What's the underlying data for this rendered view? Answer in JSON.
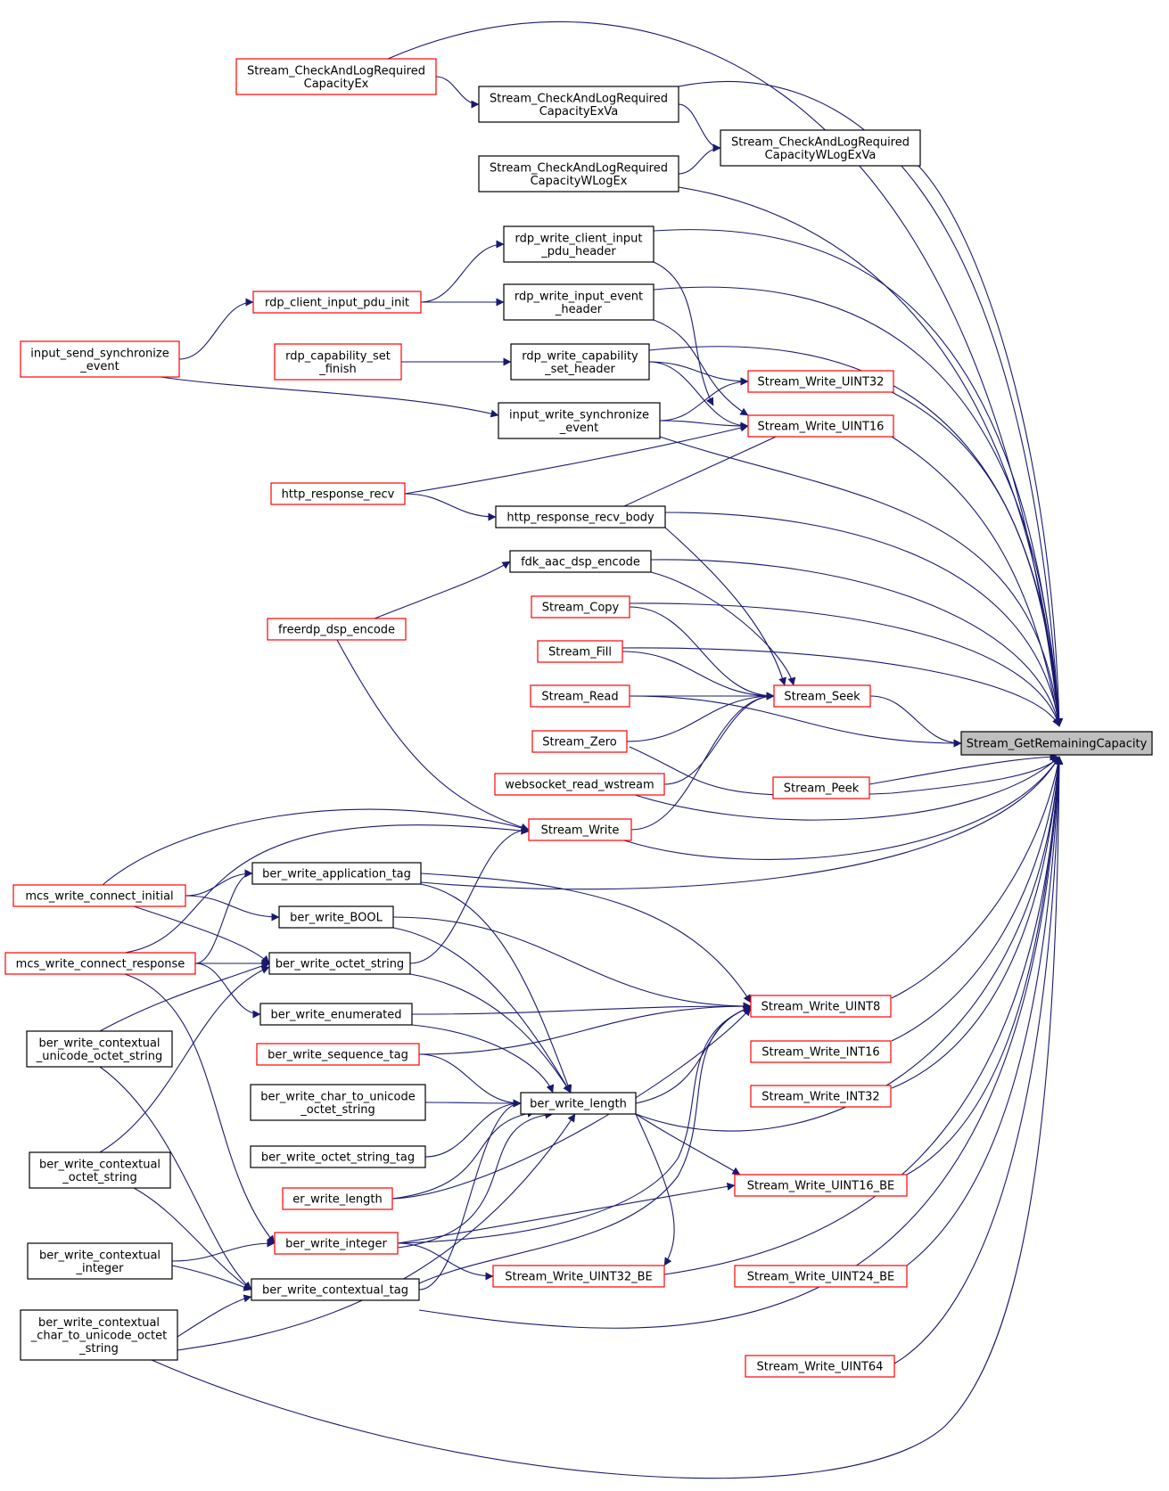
{
  "colors": {
    "edge": "#191970",
    "box_border_normal": "#000000",
    "box_border_linked": "#ff0000",
    "box_fill_normal": "#ffffff",
    "box_fill_highlight": "#bfbfbf"
  },
  "nodes": [
    {
      "id": "n1",
      "lines": [
        "Stream_GetRemainingCapacity"
      ],
      "border": "black",
      "fill": "grey"
    },
    {
      "id": "n2",
      "lines": [
        "Stream_CheckAndLogRequired",
        "CapacityEx"
      ],
      "border": "red"
    },
    {
      "id": "n3",
      "lines": [
        "Stream_CheckAndLogRequired",
        "CapacityExVa"
      ],
      "border": "black"
    },
    {
      "id": "n4",
      "lines": [
        "Stream_CheckAndLogRequired",
        "CapacityWLogExVa"
      ],
      "border": "black"
    },
    {
      "id": "n5",
      "lines": [
        "Stream_CheckAndLogRequired",
        "CapacityWLogEx"
      ],
      "border": "black"
    },
    {
      "id": "n6",
      "lines": [
        "rdp_write_client_input",
        "_pdu_header"
      ],
      "border": "black"
    },
    {
      "id": "n7",
      "lines": [
        "rdp_client_input_pdu_init"
      ],
      "border": "red"
    },
    {
      "id": "n8",
      "lines": [
        "input_send_synchronize",
        "_event"
      ],
      "border": "red"
    },
    {
      "id": "n9",
      "lines": [
        "rdp_write_input_event",
        "_header"
      ],
      "border": "black"
    },
    {
      "id": "n10",
      "lines": [
        "rdp_capability_set",
        "_finish"
      ],
      "border": "red"
    },
    {
      "id": "n11",
      "lines": [
        "rdp_write_capability",
        "_set_header"
      ],
      "border": "black"
    },
    {
      "id": "n12",
      "lines": [
        "Stream_Write_UINT32"
      ],
      "border": "red"
    },
    {
      "id": "n13",
      "lines": [
        "input_write_synchronize",
        "_event"
      ],
      "border": "black"
    },
    {
      "id": "n14",
      "lines": [
        "Stream_Write_UINT16"
      ],
      "border": "red"
    },
    {
      "id": "n15",
      "lines": [
        "http_response_recv"
      ],
      "border": "red"
    },
    {
      "id": "n16",
      "lines": [
        "http_response_recv_body"
      ],
      "border": "black"
    },
    {
      "id": "n17",
      "lines": [
        "fdk_aac_dsp_encode"
      ],
      "border": "black"
    },
    {
      "id": "n18",
      "lines": [
        "freerdp_dsp_encode"
      ],
      "border": "red"
    },
    {
      "id": "n19",
      "lines": [
        "Stream_Copy"
      ],
      "border": "red"
    },
    {
      "id": "n20",
      "lines": [
        "Stream_Fill"
      ],
      "border": "red"
    },
    {
      "id": "n21",
      "lines": [
        "Stream_Read"
      ],
      "border": "red"
    },
    {
      "id": "n22",
      "lines": [
        "Stream_Seek"
      ],
      "border": "red"
    },
    {
      "id": "n23",
      "lines": [
        "Stream_Zero"
      ],
      "border": "red"
    },
    {
      "id": "n24",
      "lines": [
        "Stream_Peek"
      ],
      "border": "red"
    },
    {
      "id": "n25",
      "lines": [
        "websocket_read_wstream"
      ],
      "border": "red"
    },
    {
      "id": "n26",
      "lines": [
        "Stream_Write"
      ],
      "border": "red"
    },
    {
      "id": "n27",
      "lines": [
        "ber_write_application_tag"
      ],
      "border": "black"
    },
    {
      "id": "n28",
      "lines": [
        "mcs_write_connect_initial"
      ],
      "border": "red"
    },
    {
      "id": "n29",
      "lines": [
        "ber_write_BOOL"
      ],
      "border": "black"
    },
    {
      "id": "n30",
      "lines": [
        "ber_write_octet_string"
      ],
      "border": "black"
    },
    {
      "id": "n31",
      "lines": [
        "mcs_write_connect_response"
      ],
      "border": "red"
    },
    {
      "id": "n32",
      "lines": [
        "ber_write_enumerated"
      ],
      "border": "black"
    },
    {
      "id": "n33",
      "lines": [
        "Stream_Write_UINT8"
      ],
      "border": "red"
    },
    {
      "id": "n34",
      "lines": [
        "ber_write_contextual",
        "_unicode_octet_string"
      ],
      "border": "black"
    },
    {
      "id": "n35",
      "lines": [
        "ber_write_sequence_tag"
      ],
      "border": "red"
    },
    {
      "id": "n36",
      "lines": [
        "Stream_Write_INT16"
      ],
      "border": "red"
    },
    {
      "id": "n37",
      "lines": [
        "ber_write_char_to_unicode",
        "_octet_string"
      ],
      "border": "black"
    },
    {
      "id": "n38",
      "lines": [
        "ber_write_length"
      ],
      "border": "black"
    },
    {
      "id": "n39",
      "lines": [
        "Stream_Write_INT32"
      ],
      "border": "red"
    },
    {
      "id": "n40",
      "lines": [
        "ber_write_octet_string_tag"
      ],
      "border": "black"
    },
    {
      "id": "n41",
      "lines": [
        "ber_write_contextual",
        "_octet_string"
      ],
      "border": "black"
    },
    {
      "id": "n42",
      "lines": [
        "er_write_length"
      ],
      "border": "red"
    },
    {
      "id": "n43",
      "lines": [
        "Stream_Write_UINT16_BE"
      ],
      "border": "red"
    },
    {
      "id": "n44",
      "lines": [
        "ber_write_integer"
      ],
      "border": "red"
    },
    {
      "id": "n45",
      "lines": [
        "ber_write_contextual",
        "_integer"
      ],
      "border": "black"
    },
    {
      "id": "n46",
      "lines": [
        "Stream_Write_UINT32_BE"
      ],
      "border": "red"
    },
    {
      "id": "n47",
      "lines": [
        "Stream_Write_UINT24_BE"
      ],
      "border": "red"
    },
    {
      "id": "n48",
      "lines": [
        "ber_write_contextual_tag"
      ],
      "border": "black"
    },
    {
      "id": "n49",
      "lines": [
        "ber_write_contextual",
        "_char_to_unicode_octet",
        "_string"
      ],
      "border": "black"
    },
    {
      "id": "n50",
      "lines": [
        "Stream_Write_UINT64"
      ],
      "border": "red"
    }
  ],
  "edges": [
    {
      "from": "n2",
      "to": "n1"
    },
    {
      "from": "n2",
      "to": "n3"
    },
    {
      "from": "n3",
      "to": "n1"
    },
    {
      "from": "n3",
      "to": "n4"
    },
    {
      "from": "n4",
      "to": "n1"
    },
    {
      "from": "n5",
      "to": "n1"
    },
    {
      "from": "n5",
      "to": "n4"
    },
    {
      "from": "n6",
      "to": "n1"
    },
    {
      "from": "n6",
      "to": "n14"
    },
    {
      "from": "n7",
      "to": "n6"
    },
    {
      "from": "n7",
      "to": "n9"
    },
    {
      "from": "n8",
      "to": "n7"
    },
    {
      "from": "n8",
      "to": "n13"
    },
    {
      "from": "n9",
      "to": "n1"
    },
    {
      "from": "n9",
      "to": "n14"
    },
    {
      "from": "n10",
      "to": "n11"
    },
    {
      "from": "n11",
      "to": "n1"
    },
    {
      "from": "n11",
      "to": "n12"
    },
    {
      "from": "n11",
      "to": "n14"
    },
    {
      "from": "n12",
      "to": "n1"
    },
    {
      "from": "n13",
      "to": "n1"
    },
    {
      "from": "n13",
      "to": "n12"
    },
    {
      "from": "n13",
      "to": "n14"
    },
    {
      "from": "n14",
      "to": "n1"
    },
    {
      "from": "n15",
      "to": "n14"
    },
    {
      "from": "n15",
      "to": "n16"
    },
    {
      "from": "n16",
      "to": "n1"
    },
    {
      "from": "n16",
      "to": "n14"
    },
    {
      "from": "n16",
      "to": "n22"
    },
    {
      "from": "n17",
      "to": "n1"
    },
    {
      "from": "n17",
      "to": "n22"
    },
    {
      "from": "n18",
      "to": "n17"
    },
    {
      "from": "n18",
      "to": "n26"
    },
    {
      "from": "n19",
      "to": "n1"
    },
    {
      "from": "n19",
      "to": "n22"
    },
    {
      "from": "n20",
      "to": "n1"
    },
    {
      "from": "n20",
      "to": "n22"
    },
    {
      "from": "n21",
      "to": "n1"
    },
    {
      "from": "n21",
      "to": "n22"
    },
    {
      "from": "n22",
      "to": "n1"
    },
    {
      "from": "n23",
      "to": "n1"
    },
    {
      "from": "n23",
      "to": "n22"
    },
    {
      "from": "n24",
      "to": "n1"
    },
    {
      "from": "n25",
      "to": "n1"
    },
    {
      "from": "n25",
      "to": "n22"
    },
    {
      "from": "n26",
      "to": "n1"
    },
    {
      "from": "n26",
      "to": "n22"
    },
    {
      "from": "n27",
      "to": "n1"
    },
    {
      "from": "n27",
      "to": "n33"
    },
    {
      "from": "n27",
      "to": "n38"
    },
    {
      "from": "n28",
      "to": "n26"
    },
    {
      "from": "n28",
      "to": "n27"
    },
    {
      "from": "n28",
      "to": "n29"
    },
    {
      "from": "n28",
      "to": "n30"
    },
    {
      "from": "n29",
      "to": "n33"
    },
    {
      "from": "n29",
      "to": "n38"
    },
    {
      "from": "n30",
      "to": "n26"
    },
    {
      "from": "n30",
      "to": "n38"
    },
    {
      "from": "n31",
      "to": "n26"
    },
    {
      "from": "n31",
      "to": "n27"
    },
    {
      "from": "n31",
      "to": "n30"
    },
    {
      "from": "n31",
      "to": "n32"
    },
    {
      "from": "n31",
      "to": "n44"
    },
    {
      "from": "n32",
      "to": "n33"
    },
    {
      "from": "n32",
      "to": "n38"
    },
    {
      "from": "n33",
      "to": "n1"
    },
    {
      "from": "n34",
      "to": "n30"
    },
    {
      "from": "n34",
      "to": "n48"
    },
    {
      "from": "n35",
      "to": "n33"
    },
    {
      "from": "n35",
      "to": "n38"
    },
    {
      "from": "n36",
      "to": "n1"
    },
    {
      "from": "n37",
      "to": "n38"
    },
    {
      "from": "n38",
      "to": "n1"
    },
    {
      "from": "n38",
      "to": "n33"
    },
    {
      "from": "n38",
      "to": "n43"
    },
    {
      "from": "n38",
      "to": "n46"
    },
    {
      "from": "n39",
      "to": "n1"
    },
    {
      "from": "n40",
      "to": "n38"
    },
    {
      "from": "n41",
      "to": "n30"
    },
    {
      "from": "n41",
      "to": "n48"
    },
    {
      "from": "n42",
      "to": "n33"
    },
    {
      "from": "n42",
      "to": "n38"
    },
    {
      "from": "n43",
      "to": "n1"
    },
    {
      "from": "n44",
      "to": "n33"
    },
    {
      "from": "n44",
      "to": "n38"
    },
    {
      "from": "n44",
      "to": "n43"
    },
    {
      "from": "n44",
      "to": "n46"
    },
    {
      "from": "n45",
      "to": "n44"
    },
    {
      "from": "n45",
      "to": "n48"
    },
    {
      "from": "n46",
      "to": "n1"
    },
    {
      "from": "n47",
      "to": "n1"
    },
    {
      "from": "n48",
      "to": "n1"
    },
    {
      "from": "n48",
      "to": "n33"
    },
    {
      "from": "n48",
      "to": "n38"
    },
    {
      "from": "n49",
      "to": "n1"
    },
    {
      "from": "n49",
      "to": "n38"
    },
    {
      "from": "n49",
      "to": "n48"
    },
    {
      "from": "n50",
      "to": "n1"
    }
  ]
}
